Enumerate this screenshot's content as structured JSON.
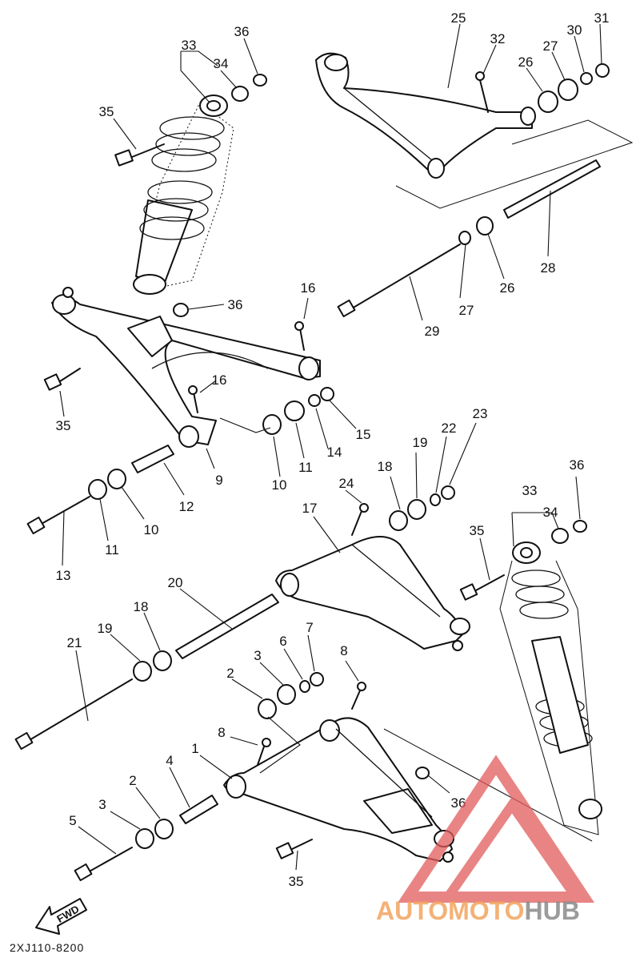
{
  "diagram": {
    "drawing_code": "2XJ110-8200",
    "fwd_label": "FWD",
    "callouts": [
      "1",
      "2",
      "3",
      "4",
      "5",
      "6",
      "7",
      "8",
      "9",
      "10",
      "11",
      "12",
      "13",
      "14",
      "15",
      "16",
      "17",
      "18",
      "19",
      "20",
      "21",
      "22",
      "23",
      "24",
      "25",
      "26",
      "27",
      "28",
      "29",
      "30",
      "31",
      "32",
      "33",
      "34",
      "35",
      "36"
    ]
  },
  "watermark": {
    "part1": "AUTOMOTO",
    "part2": "HUB",
    "colors": {
      "triangle": "#e25b5b",
      "text_accent": "#f2a35e",
      "text_muted": "#8a8a8a"
    }
  }
}
